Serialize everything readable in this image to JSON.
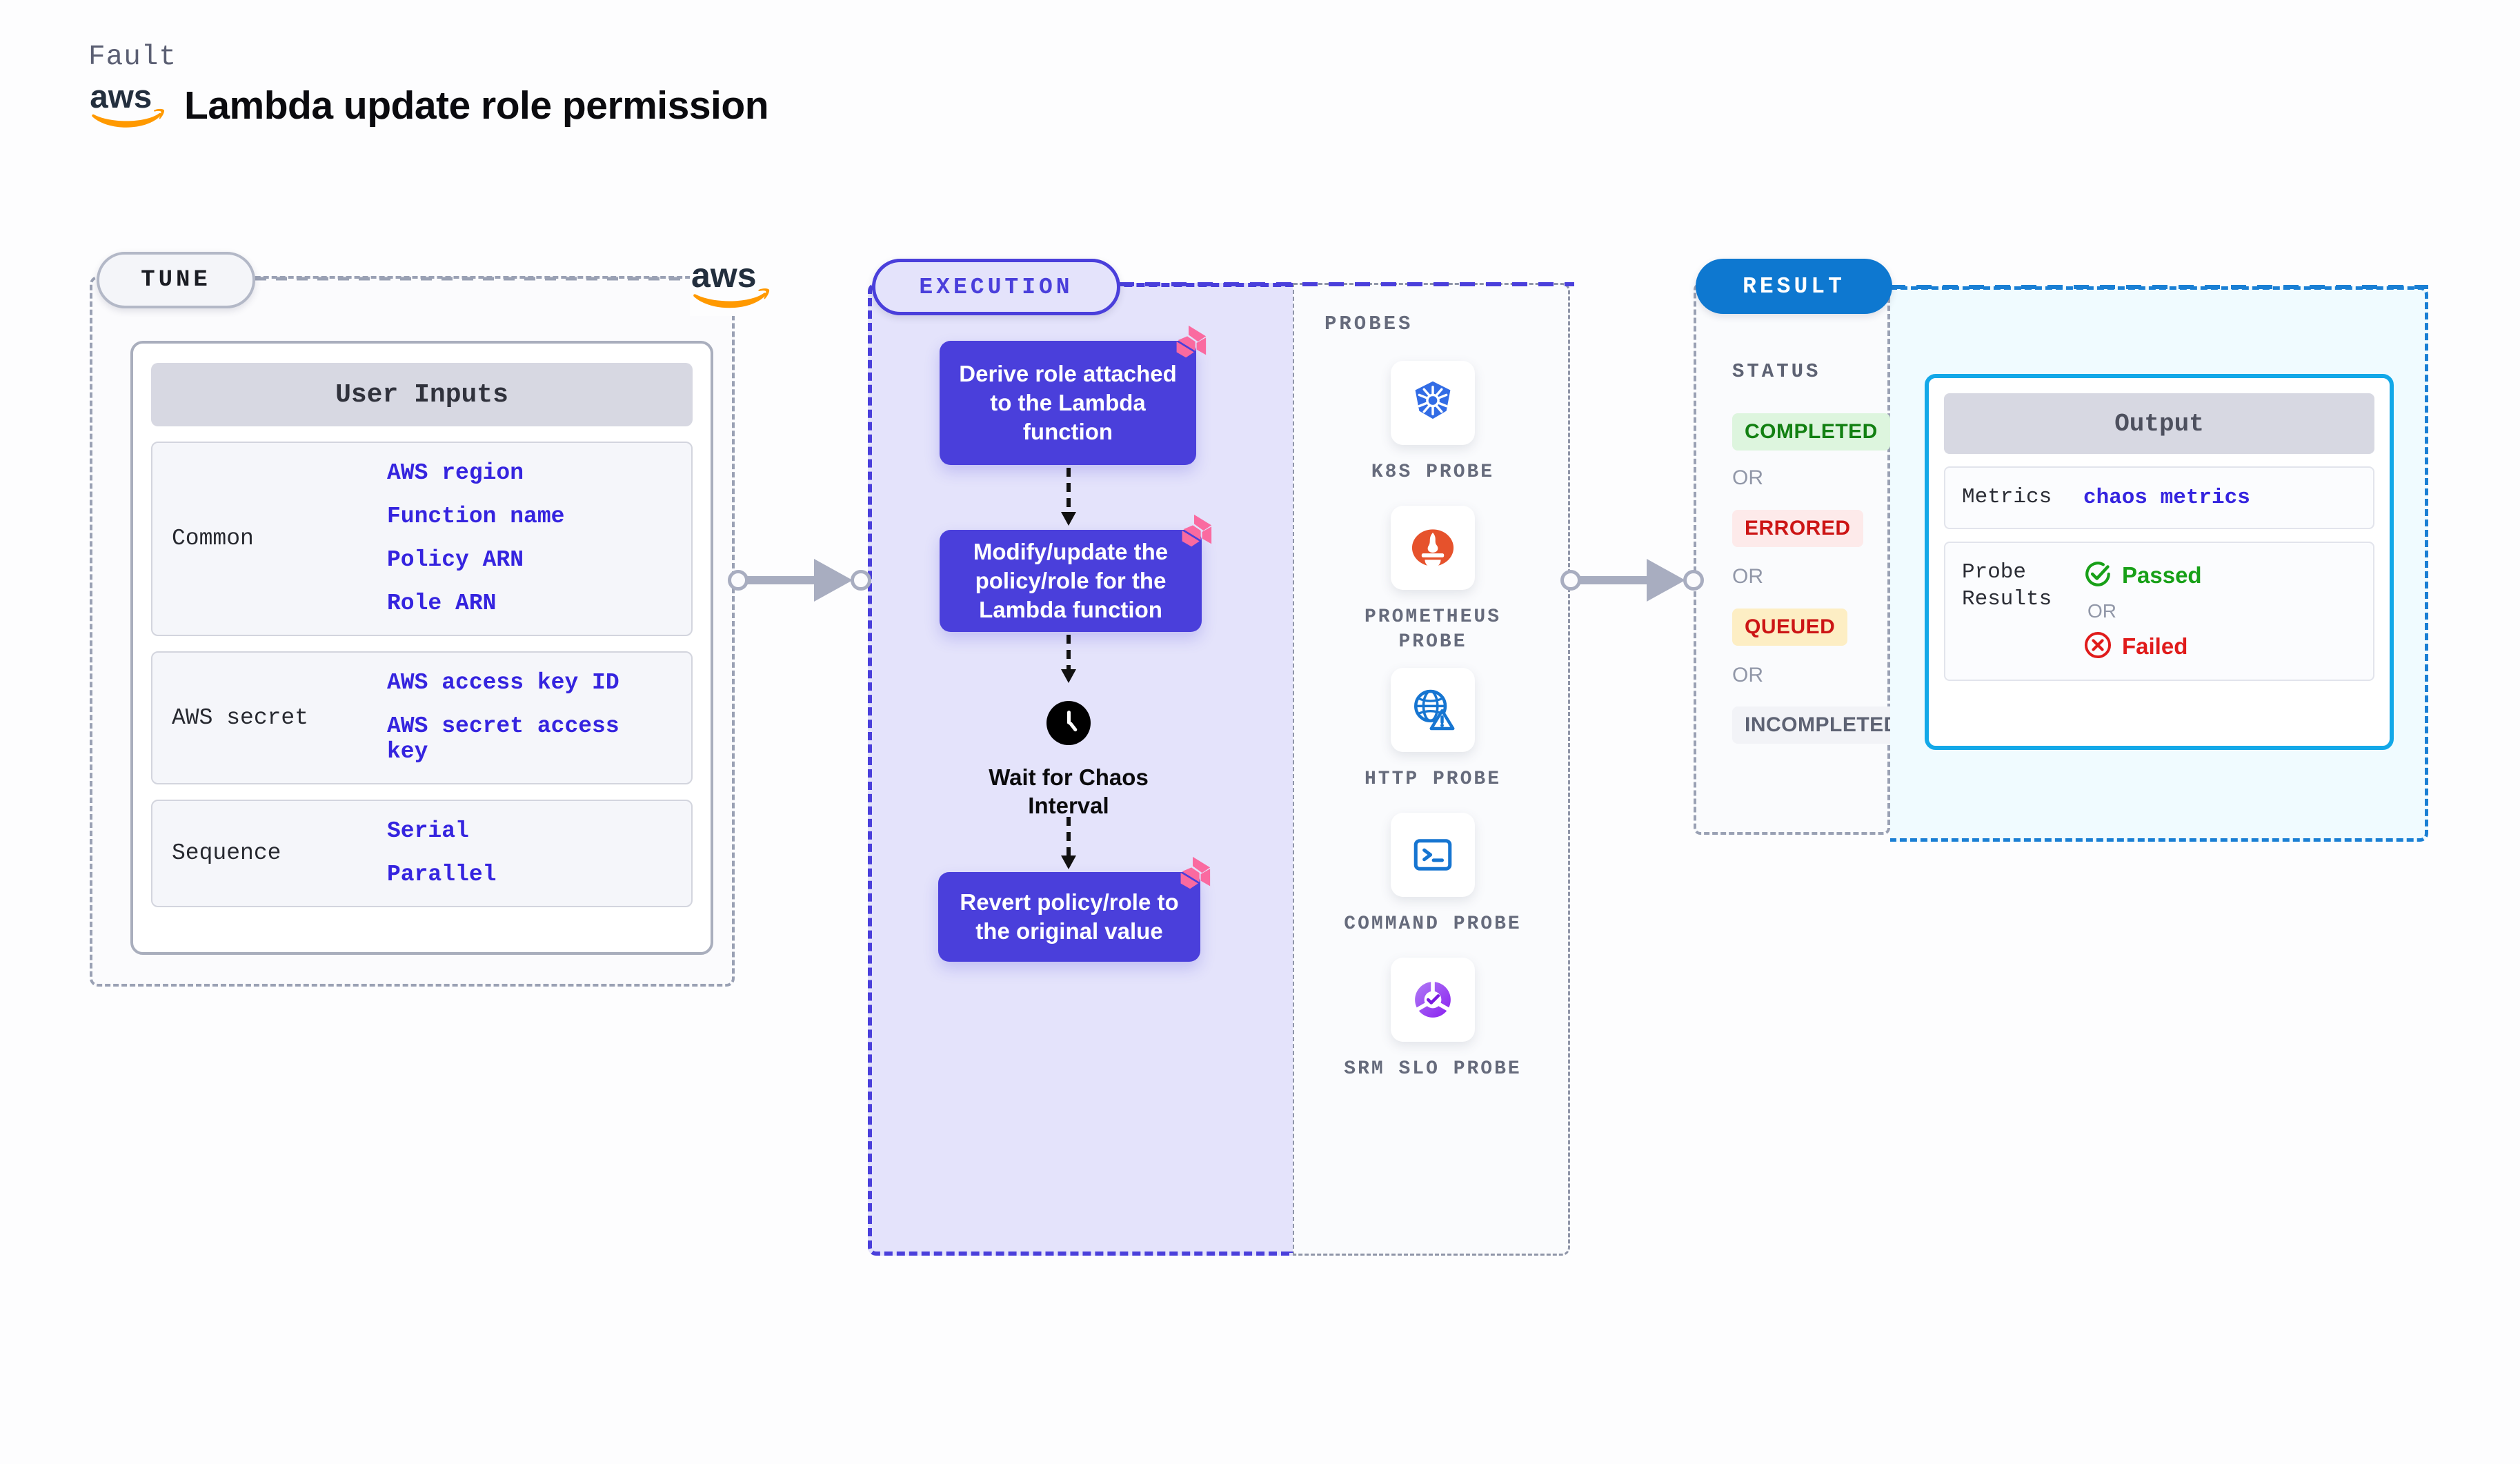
{
  "header": {
    "fault_label": "Fault",
    "title": "Lambda update role permission",
    "logo": "aws-logo"
  },
  "tune": {
    "badge": "TUNE",
    "card_title": "User Inputs",
    "groups": [
      {
        "label": "Common",
        "values": [
          "AWS region",
          "Function name",
          "Policy ARN",
          "Role ARN"
        ]
      },
      {
        "label": "AWS secret",
        "values": [
          "AWS access key ID",
          "AWS secret access key"
        ]
      },
      {
        "label": "Sequence",
        "values": [
          "Serial",
          "Parallel"
        ]
      }
    ]
  },
  "execution": {
    "badge": "EXECUTION",
    "steps": [
      {
        "text": "Derive role attached to the Lambda function",
        "badge_icon": "litmus-icon"
      },
      {
        "text": "Modify/update the policy/role for the Lambda function",
        "badge_icon": "litmus-icon"
      }
    ],
    "wait": {
      "icon": "clock-icon",
      "label": "Wait for Chaos Interval"
    },
    "final_step": {
      "text": "Revert policy/role to the original value",
      "badge_icon": "litmus-icon"
    }
  },
  "probes": {
    "title": "PROBES",
    "items": [
      {
        "label": "K8S PROBE",
        "icon": "kubernetes-icon"
      },
      {
        "label": "PROMETHEUS PROBE",
        "icon": "prometheus-icon"
      },
      {
        "label": "HTTP PROBE",
        "icon": "globe-warning-icon"
      },
      {
        "label": "COMMAND PROBE",
        "icon": "terminal-icon"
      },
      {
        "label": "SRM SLO PROBE",
        "icon": "srm-slo-icon"
      }
    ]
  },
  "result": {
    "badge": "RESULT",
    "status_label": "STATUS",
    "or_text": "OR",
    "statuses": [
      {
        "text": "COMPLETED",
        "bg": "#ddf5de",
        "fg": "#128012"
      },
      {
        "text": "ERRORED",
        "bg": "#fdeaea",
        "fg": "#cc1515"
      },
      {
        "text": "QUEUED",
        "bg": "#fdeec4",
        "fg": "#cc1515"
      },
      {
        "text": "INCOMPLETED",
        "bg": "#f2f3f7",
        "fg": "#5d6273"
      }
    ],
    "output": {
      "title": "Output",
      "metrics_key": "Metrics",
      "metrics_value": "chaos metrics",
      "probe_results_key": "Probe Results",
      "passed": "Passed",
      "failed": "Failed",
      "or_text": "OR",
      "passed_icon": "check-circle-icon",
      "failed_icon": "x-circle-icon",
      "passed_color": "#18a018",
      "failed_color": "#e01b1b"
    }
  },
  "colors": {
    "execution_accent": "#4a3fdb",
    "result_accent": "#0e78d0",
    "output_border": "#13a8e8",
    "litmus_pink": "#fa6aa0",
    "input_value": "#3524df"
  }
}
